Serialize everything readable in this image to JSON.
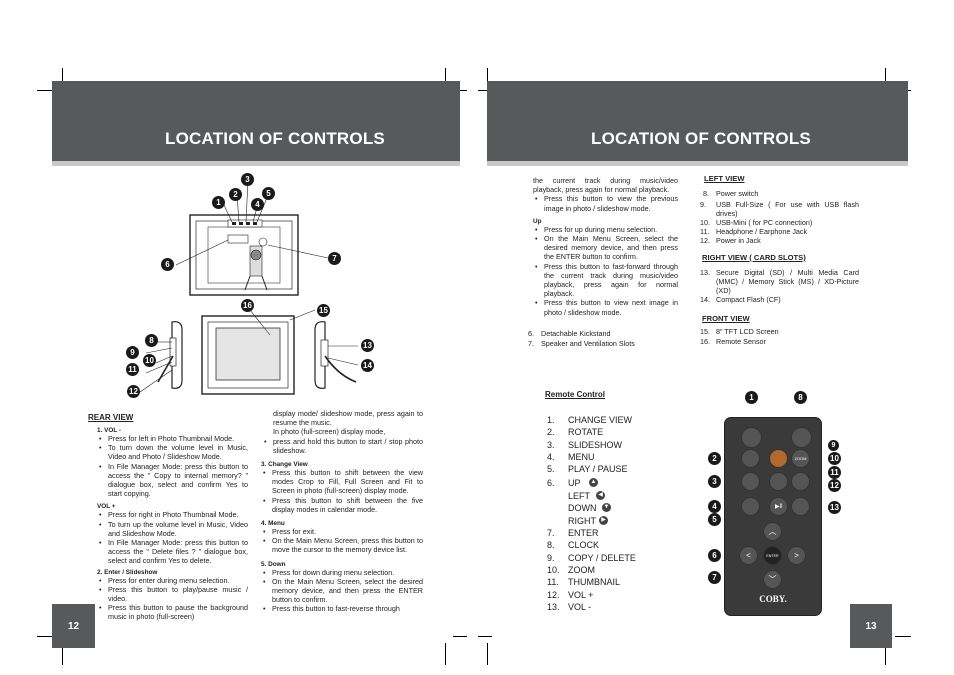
{
  "left_page": {
    "title": "LOCATION OF CONTROLS",
    "page_number": "12",
    "rear_view": {
      "heading": "REAR VIEW",
      "vol_minus": {
        "title": "1. VOL -",
        "bullets": [
          "Press for left in Photo Thumbnail Mode.",
          "To turn down the volume level in Music, Video and Photo / Slideshow Mode.",
          "In File Manager Mode: press this button to access the \" Copy to internal memory? \" dialogue box, select and confirm Yes to start copying."
        ]
      },
      "vol_plus": {
        "title": "VOL +",
        "bullets": [
          "Press for right in Photo Thumbnail Mode.",
          "To turn up the volume level in Music, Video and Slideshow Mode.",
          "In File Manager Mode: press this button to access the \" Delete files ? \" dialogue box, select and confirm Yes to delete."
        ]
      },
      "enter": {
        "title": "2. Enter / Slideshow",
        "bullets": [
          "Press for enter during menu selection.",
          "Press this button to play/pause music / video.",
          "Press this button to pause the background music in photo (full-screen)"
        ]
      },
      "col2_continued_1": "display mode/ slideshow mode, press again to resume the music.",
      "col2_continued_2": "In photo (full-screen) display mode,",
      "col2_bullet": "press and hold this button to start / stop photo slideshow.",
      "change_view": {
        "title": "3. Change View",
        "bullets": [
          "Press this button to shift between the view modes Crop to Fill, Full Screen and Fit to Screen in photo (full-screen) display mode.",
          "Press this button to shift between the five display modes in calendar mode."
        ]
      },
      "menu": {
        "title": "4. Menu",
        "bullets": [
          "Press for exit.",
          "On the Main Menu Screen, press this button to move the cursor to the memory device list."
        ]
      },
      "down": {
        "title": "5. Down",
        "bullets": [
          "Press for down during menu selection.",
          "On the Main Menu Screen, select the desired memory device, and then press the ENTER button to confirm.",
          "Press this button to fast-reverse through"
        ]
      }
    },
    "figure_callouts": [
      "1",
      "2",
      "3",
      "4",
      "5",
      "6",
      "7",
      "8",
      "9",
      "10",
      "11",
      "12",
      "13",
      "14",
      "15",
      "16"
    ]
  },
  "right_page": {
    "title": "LOCATION OF CONTROLS",
    "page_number": "13",
    "col1_continued": "the current track during music/video playback, press again for normal playback.",
    "col1_bullet_prev": "Press this button to view the previous image in photo / slideshow mode.",
    "up": {
      "title": "Up",
      "bullets": [
        "Press for up during menu selection.",
        "On the Main Menu Screen, select the desired memory device, and then press the ENTER button to confirm.",
        "Press this button to fast-forward through the current track during music/video playback, press again for normal playback.",
        "Press this button to view next image in photo / slideshow mode."
      ]
    },
    "misc_items": [
      {
        "num": "6.",
        "text": "Detachable Kickstand"
      },
      {
        "num": "7.",
        "text": "Speaker and Ventilation Slots"
      }
    ],
    "left_view": {
      "heading": "LEFT VIEW",
      "items": [
        {
          "num": "8.",
          "text": "Power switch"
        },
        {
          "num": "9.",
          "text": "USB Full-Size ( For use with USB flash drives)"
        },
        {
          "num": "10.",
          "text": "USB-Mini ( for PC connection)"
        },
        {
          "num": "11.",
          "text": "Headphone / Earphone Jack"
        },
        {
          "num": "12.",
          "text": "Power in Jack"
        }
      ]
    },
    "right_view": {
      "heading": "RIGHT VIEW ( CARD SLOTS)",
      "items": [
        {
          "num": "13.",
          "text": "Secure Digital (SD) / Multi Media Card (MMC) / Memory Stick (MS) / XD-Picture (XD)"
        },
        {
          "num": "14.",
          "text": "Compact Flash (CF)"
        }
      ]
    },
    "front_view": {
      "heading": "FRONT VIEW",
      "items": [
        {
          "num": "15.",
          "text": "8\" TFT LCD Screen"
        },
        {
          "num": "16.",
          "text": "Remote Sensor"
        }
      ]
    },
    "remote_control": {
      "heading": "Remote Control",
      "items": [
        {
          "num": "1.",
          "text": "CHANGE VIEW"
        },
        {
          "num": "2.",
          "text": "ROTATE"
        },
        {
          "num": "3.",
          "text": "SLIDESHOW"
        },
        {
          "num": "4.",
          "text": "MENU"
        },
        {
          "num": "5.",
          "text": "PLAY / PAUSE"
        },
        {
          "num": "6.",
          "text": "UP"
        },
        {
          "num": "",
          "text": "LEFT"
        },
        {
          "num": "",
          "text": "DOWN"
        },
        {
          "num": "",
          "text": "RIGHT"
        },
        {
          "num": "7.",
          "text": "ENTER"
        },
        {
          "num": "8.",
          "text": "CLOCK"
        },
        {
          "num": "9.",
          "text": "COPY / DELETE"
        },
        {
          "num": "10.",
          "text": "ZOOM"
        },
        {
          "num": "11.",
          "text": "THUMBNAIL"
        },
        {
          "num": "12.",
          "text": "VOL +"
        },
        {
          "num": "13.",
          "text": "VOL -"
        }
      ],
      "remote_labels": {
        "zoom": "ZOOM",
        "enter": "ENTER",
        "brand": "COBY."
      },
      "callouts": [
        "1",
        "8",
        "9",
        "2",
        "10",
        "11",
        "3",
        "12",
        "4",
        "13",
        "5",
        "6",
        "7"
      ]
    }
  },
  "colors": {
    "banner": "#58595b",
    "strip": "#c7c8ca",
    "remote": "#3a3a3a"
  }
}
